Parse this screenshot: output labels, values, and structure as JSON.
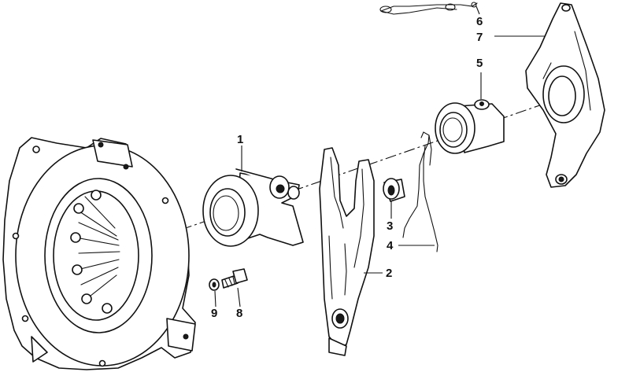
{
  "diagram": {
    "callouts": [
      {
        "id": "1",
        "label": "1"
      },
      {
        "id": "2",
        "label": "2"
      },
      {
        "id": "3",
        "label": "3"
      },
      {
        "id": "4",
        "label": "4"
      },
      {
        "id": "5",
        "label": "5"
      },
      {
        "id": "6",
        "label": "6"
      },
      {
        "id": "7",
        "label": "7"
      },
      {
        "id": "8",
        "label": "8"
      },
      {
        "id": "9",
        "label": "9"
      }
    ],
    "colors": {
      "line": "#111111",
      "background": "#ffffff"
    }
  }
}
